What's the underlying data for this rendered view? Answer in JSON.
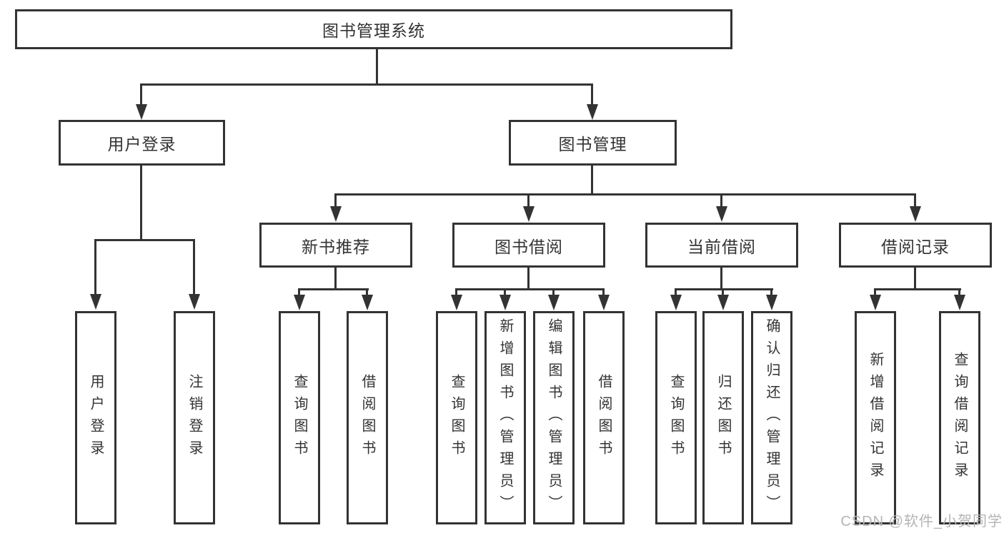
{
  "root": {
    "label": "图书管理系统"
  },
  "level2": [
    {
      "label": "用户登录"
    },
    {
      "label": "图书管理"
    }
  ],
  "level3": [
    {
      "label": "新书推荐"
    },
    {
      "label": "图书借阅"
    },
    {
      "label": "当前借阅"
    },
    {
      "label": "借阅记录"
    }
  ],
  "leaves": {
    "user_login": [
      "用户登录",
      "注销登录"
    ],
    "new_book": [
      "查询图书",
      "借阅图书"
    ],
    "book_borrow": [
      "查询图书",
      "新增图书（管理员）",
      "编辑图书（管理员）",
      "借阅图书"
    ],
    "current_borrow": [
      "查询图书",
      "归还图书",
      "确认归还（管理员）"
    ],
    "borrow_records": [
      "新增借阅记录",
      "查询借阅记录"
    ]
  },
  "watermark": {
    "text": "CSDN @软件_小贺同学"
  },
  "colors": {
    "line": "#333333",
    "box_background": "#ffffff",
    "watermark": "#b4b4b4"
  }
}
